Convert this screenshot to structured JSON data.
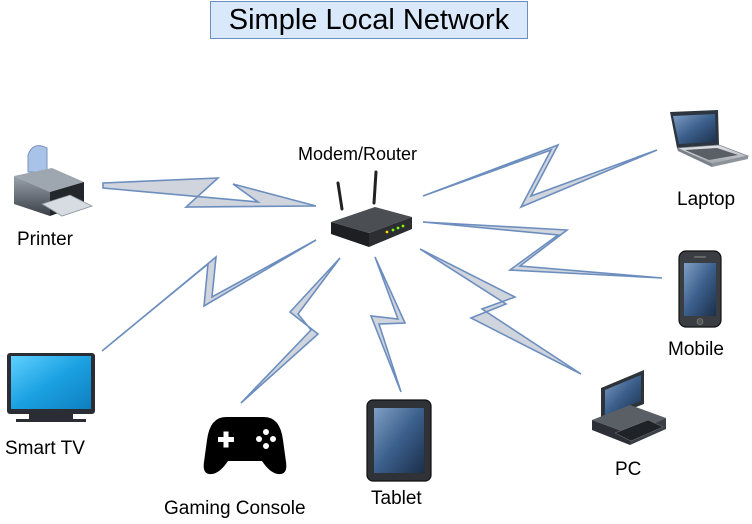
{
  "title": "Simple Local Network",
  "nodes": {
    "router": {
      "label": "Modem/Router",
      "icon": "router-icon"
    },
    "printer": {
      "label": "Printer",
      "icon": "printer-icon"
    },
    "laptop": {
      "label": "Laptop",
      "icon": "laptop-icon"
    },
    "mobile": {
      "label": "Mobile",
      "icon": "mobile-phone-icon"
    },
    "smart_tv": {
      "label": "Smart TV",
      "icon": "smart-tv-icon"
    },
    "pc": {
      "label": "PC",
      "icon": "desktop-pc-icon"
    },
    "tablet": {
      "label": "Tablet",
      "icon": "tablet-icon"
    },
    "gaming_console": {
      "label": "Gaming Console",
      "icon": "gamepad-icon"
    }
  },
  "links": [
    {
      "from": "router",
      "to": "printer",
      "type": "wireless"
    },
    {
      "from": "router",
      "to": "laptop",
      "type": "wireless"
    },
    {
      "from": "router",
      "to": "mobile",
      "type": "wireless"
    },
    {
      "from": "router",
      "to": "smart_tv",
      "type": "wireless"
    },
    {
      "from": "router",
      "to": "pc",
      "type": "wireless"
    },
    {
      "from": "router",
      "to": "tablet",
      "type": "wireless"
    },
    {
      "from": "router",
      "to": "gaming_console",
      "type": "wireless"
    }
  ],
  "colors": {
    "title_fill": "#dae8fc",
    "title_border": "#6c8ebf",
    "link_fill": "#d0d4dc",
    "link_stroke": "#6c8ebf",
    "tv_screen": "#1ba1e2"
  }
}
